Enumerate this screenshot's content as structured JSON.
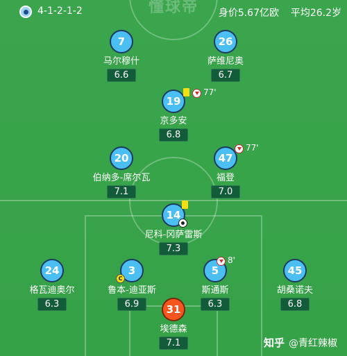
{
  "watermark": "懂球帝",
  "header": {
    "formation": "4-1-2-1-2",
    "market_value": "身价5.67亿欧",
    "average_age": "平均26.2岁",
    "team_crest_icon": "manchester-city-crest-icon"
  },
  "players": [
    {
      "number": "7",
      "name": "马尔穆什",
      "rating": "6.6"
    },
    {
      "number": "26",
      "name": "萨维尼奥",
      "rating": "6.7"
    },
    {
      "number": "19",
      "name": "京多安",
      "rating": "6.8",
      "sub_time": "77'"
    },
    {
      "number": "20",
      "name": "伯纳多-席尔瓦",
      "rating": "7.1"
    },
    {
      "number": "47",
      "name": "福登",
      "rating": "7.0",
      "sub_time": "77'"
    },
    {
      "number": "14",
      "name": "尼科-冈萨雷斯",
      "rating": "7.3"
    },
    {
      "number": "24",
      "name": "格瓦迪奥尔",
      "rating": "6.3"
    },
    {
      "number": "3",
      "name": "鲁本-迪亚斯",
      "rating": "6.9",
      "captain": "C"
    },
    {
      "number": "5",
      "name": "斯通斯",
      "rating": "6.3",
      "sub_time": "8'"
    },
    {
      "number": "45",
      "name": "胡桑诺夫",
      "rating": "6.8"
    },
    {
      "number": "31",
      "name": "埃德森",
      "rating": "7.1"
    }
  ],
  "credit": {
    "brand": "知乎",
    "author": "@青红辣椒"
  },
  "colors": {
    "pitch": "#3aa54c",
    "outfield_shirt": "#4cbff2",
    "goalkeeper_shirt": "#f4561e",
    "rating_badge": "#135c3a",
    "yellow_card": "#f4e012"
  }
}
